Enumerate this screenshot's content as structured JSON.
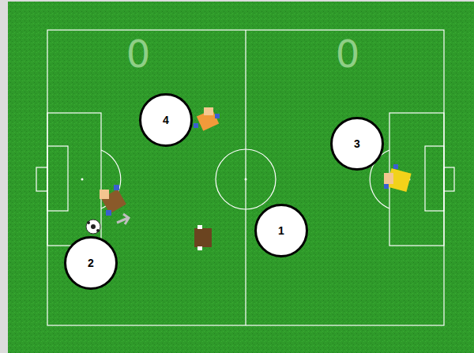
{
  "diagram": {
    "nodes": [
      {
        "text": [
          "4"
        ]
      },
      {
        "text": [
          "3"
        ]
      },
      {
        "text": [
          "1"
        ]
      },
      {
        "text": [
          "2"
        ]
      }
    ],
    "labels": [
      "0",
      "0"
    ]
  }
}
